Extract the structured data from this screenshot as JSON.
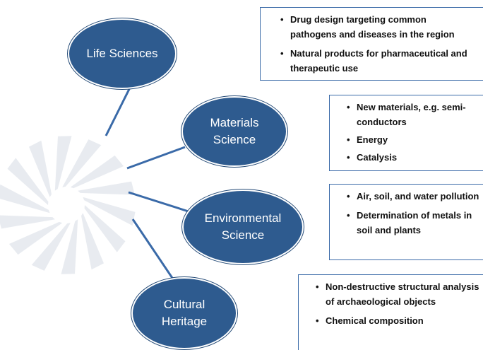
{
  "colors": {
    "node_fill": "#2e5b8f",
    "connector": "#3a6aa8",
    "box_border": "#3a6aa8",
    "logo": "#e6e9ee"
  },
  "logo": {
    "icon": "swirl-logo-icon"
  },
  "branches": [
    {
      "id": "life-sciences",
      "title": "Life Sciences",
      "bullets": [
        "Drug design targeting common pathogens and diseases in the region",
        "Natural products for pharmaceutical and therapeutic use"
      ]
    },
    {
      "id": "materials-science",
      "title": "Materials Science",
      "bullets": [
        "New materials, e.g. semi-conductors",
        "Energy",
        "Catalysis"
      ]
    },
    {
      "id": "environmental-science",
      "title": "Environmental Science",
      "bullets": [
        "Air, soil, and water pollution",
        "Determination of metals in soil and plants"
      ]
    },
    {
      "id": "cultural-heritage",
      "title": "Cultural Heritage",
      "bullets": [
        "Non-destructive structural analysis of archaeological objects",
        "Chemical composition"
      ]
    }
  ]
}
